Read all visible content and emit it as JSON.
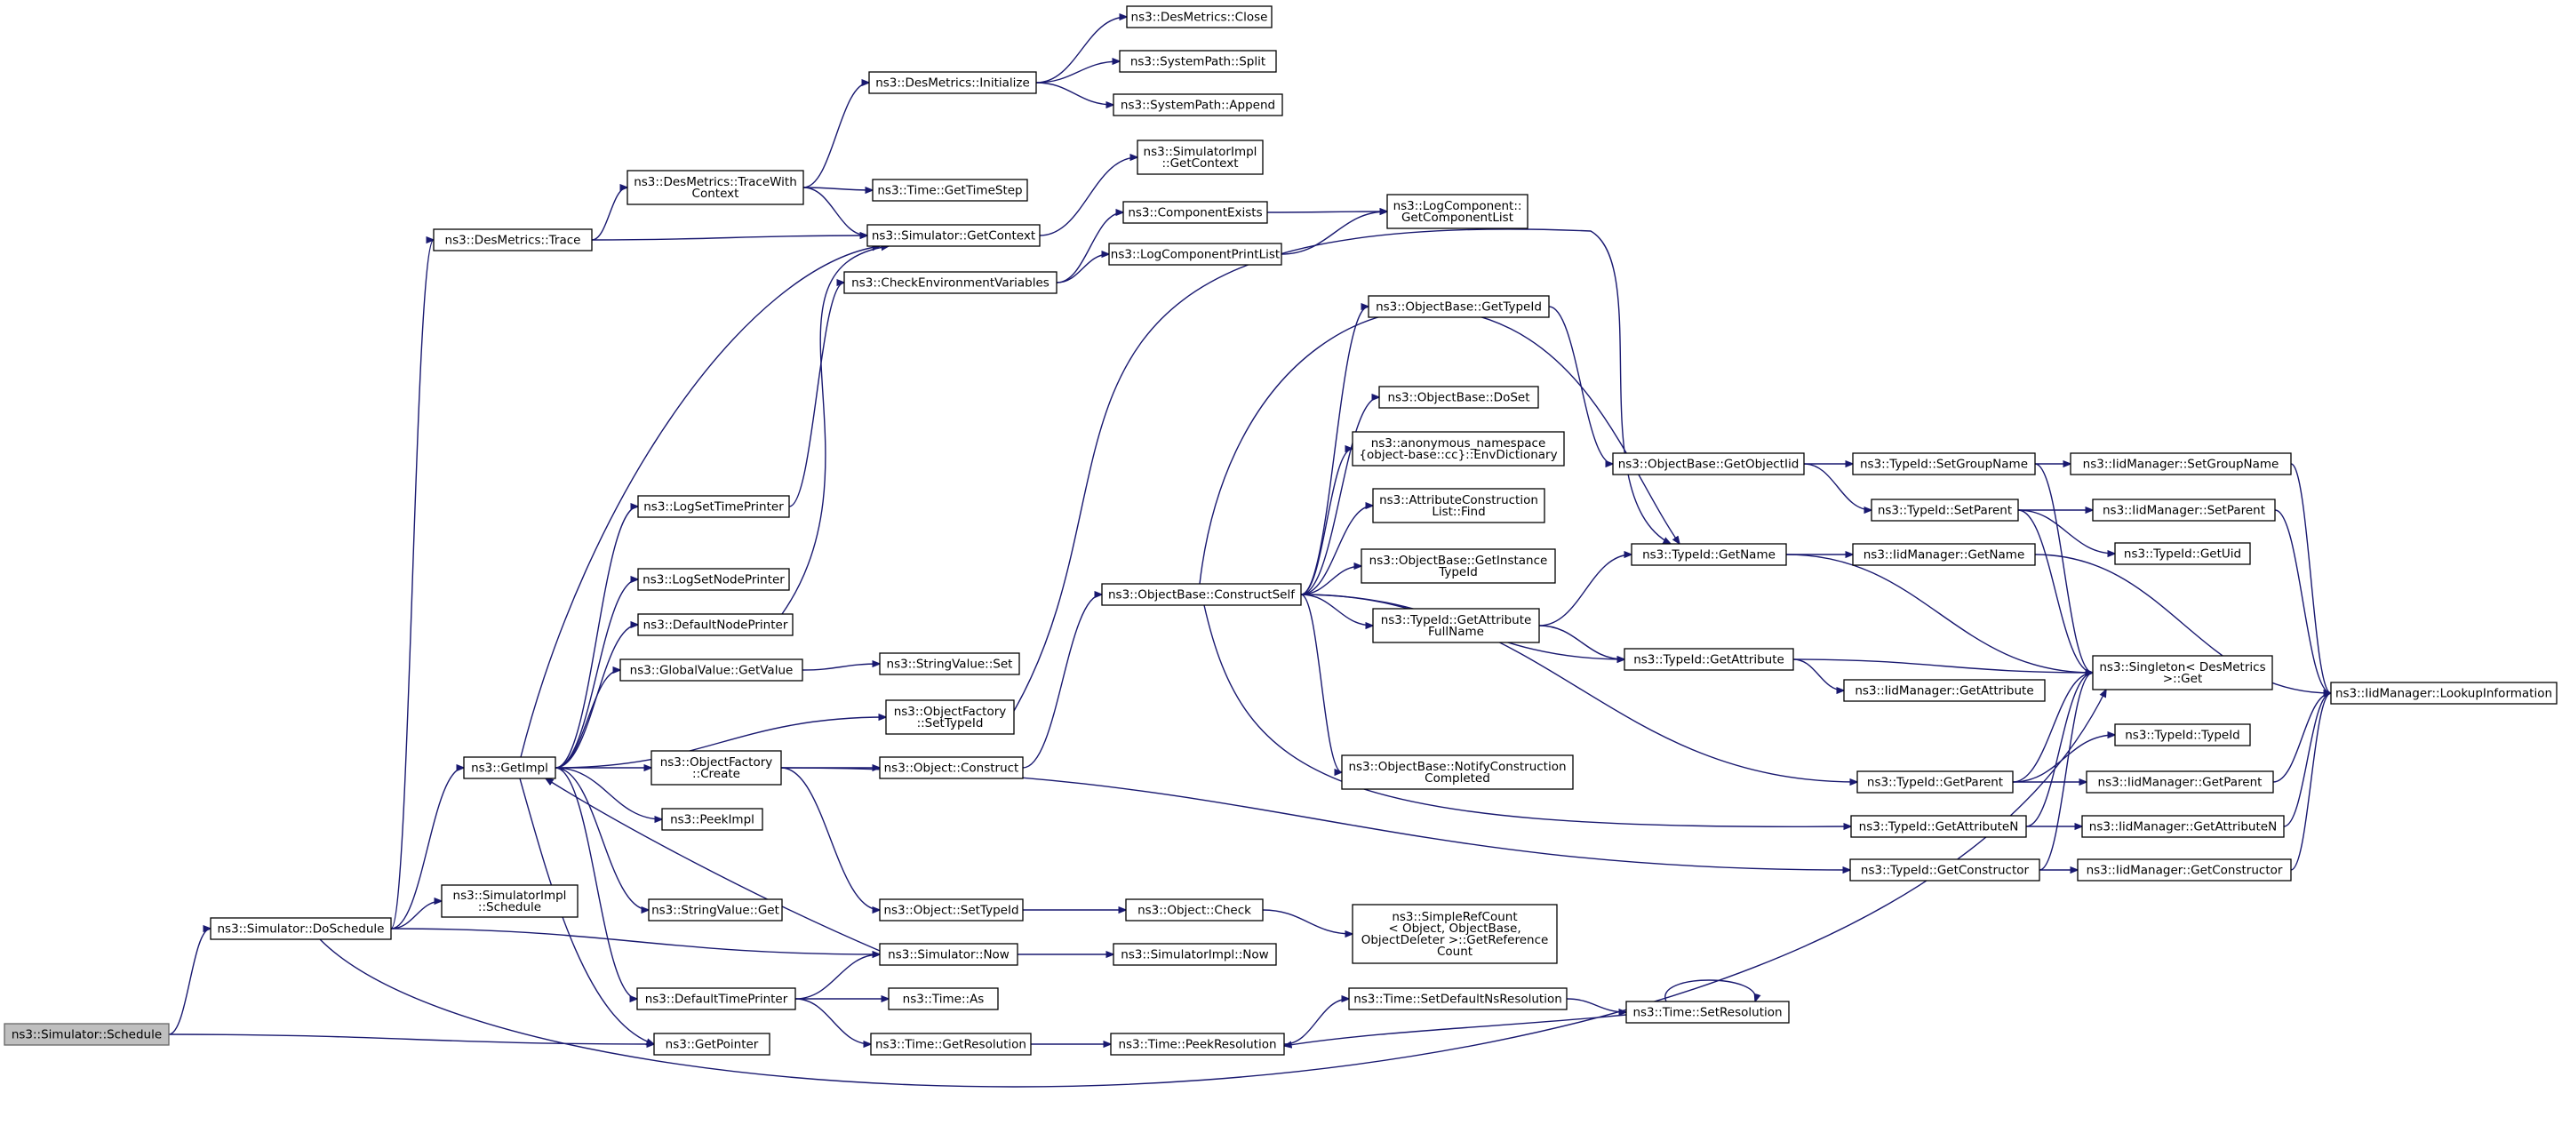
{
  "graph": {
    "direction": "left-to-right",
    "root": "n_schedule",
    "colors": {
      "edge": "#191970",
      "node_border": "#000000",
      "root_fill": "#bfbfbf",
      "node_fill": "#ffffff"
    },
    "nodes": [
      {
        "id": "n_schedule",
        "lines": [
          "ns3::Simulator::Schedule"
        ]
      },
      {
        "id": "n_doschedule",
        "lines": [
          "ns3::Simulator::DoSchedule"
        ]
      },
      {
        "id": "n_getpointer",
        "lines": [
          "ns3::GetPointer"
        ]
      },
      {
        "id": "n_destrace",
        "lines": [
          "ns3::DesMetrics::Trace"
        ]
      },
      {
        "id": "n_getimpl",
        "lines": [
          "ns3::GetImpl"
        ]
      },
      {
        "id": "n_simimplschedule",
        "lines": [
          "ns3::SimulatorImpl",
          "::Schedule"
        ]
      },
      {
        "id": "n_simnow",
        "lines": [
          "ns3::Simulator::Now"
        ]
      },
      {
        "id": "n_tracewithctx",
        "lines": [
          "ns3::DesMetrics::TraceWith",
          "Context"
        ]
      },
      {
        "id": "n_simgetctx",
        "lines": [
          "ns3::Simulator::GetContext"
        ]
      },
      {
        "id": "n_logsettime",
        "lines": [
          "ns3::LogSetTimePrinter"
        ]
      },
      {
        "id": "n_logsetnode",
        "lines": [
          "ns3::LogSetNodePrinter"
        ]
      },
      {
        "id": "n_defnodeprinter",
        "lines": [
          "ns3::DefaultNodePrinter"
        ]
      },
      {
        "id": "n_gvgetvalue",
        "lines": [
          "ns3::GlobalValue::GetValue"
        ]
      },
      {
        "id": "n_ofcreate",
        "lines": [
          "ns3::ObjectFactory",
          "::Create"
        ]
      },
      {
        "id": "n_peekimpl",
        "lines": [
          "ns3::PeekImpl"
        ]
      },
      {
        "id": "n_svget",
        "lines": [
          "ns3::StringValue::Get"
        ]
      },
      {
        "id": "n_deftimeprinter",
        "lines": [
          "ns3::DefaultTimePrinter"
        ]
      },
      {
        "id": "n_dminit",
        "lines": [
          "ns3::DesMetrics::Initialize"
        ]
      },
      {
        "id": "n_gettimestep",
        "lines": [
          "ns3::Time::GetTimeStep"
        ]
      },
      {
        "id": "n_siggetctx",
        "lines": [
          "ns3::SimulatorImpl",
          "::GetContext"
        ]
      },
      {
        "id": "n_checkenv",
        "lines": [
          "ns3::CheckEnvironmentVariables"
        ]
      },
      {
        "id": "n_svset",
        "lines": [
          "ns3::StringValue::Set"
        ]
      },
      {
        "id": "n_ofsettypeid",
        "lines": [
          "ns3::ObjectFactory",
          "::SetTypeId"
        ]
      },
      {
        "id": "n_objconstruct",
        "lines": [
          "ns3::Object::Construct"
        ]
      },
      {
        "id": "n_objsettypeid",
        "lines": [
          "ns3::Object::SetTypeId"
        ]
      },
      {
        "id": "n_timeas",
        "lines": [
          "ns3::Time::As"
        ]
      },
      {
        "id": "n_timegetres",
        "lines": [
          "ns3::Time::GetResolution"
        ]
      },
      {
        "id": "n_dmclose",
        "lines": [
          "ns3::DesMetrics::Close"
        ]
      },
      {
        "id": "n_spsplit",
        "lines": [
          "ns3::SystemPath::Split"
        ]
      },
      {
        "id": "n_spappend",
        "lines": [
          "ns3::SystemPath::Append"
        ]
      },
      {
        "id": "n_compexists",
        "lines": [
          "ns3::ComponentExists"
        ]
      },
      {
        "id": "n_logcompprint",
        "lines": [
          "ns3::LogComponentPrintList"
        ]
      },
      {
        "id": "n_obconstructself",
        "lines": [
          "ns3::ObjectBase::ConstructSelf"
        ]
      },
      {
        "id": "n_objcheck",
        "lines": [
          "ns3::Object::Check"
        ]
      },
      {
        "id": "n_simimplnow",
        "lines": [
          "ns3::SimulatorImpl::Now"
        ]
      },
      {
        "id": "n_timepeekres",
        "lines": [
          "ns3::Time::PeekResolution"
        ]
      },
      {
        "id": "n_lcgetlist",
        "lines": [
          "ns3::LogComponent::",
          "GetComponentList"
        ]
      },
      {
        "id": "n_obgettypeid",
        "lines": [
          "ns3::ObjectBase::GetTypeId"
        ]
      },
      {
        "id": "n_obdoset",
        "lines": [
          "ns3::ObjectBase::DoSet"
        ]
      },
      {
        "id": "n_envdict",
        "lines": [
          "ns3::anonymous_namespace",
          "{object-base::cc}::EnvDictionary"
        ]
      },
      {
        "id": "n_acfind",
        "lines": [
          "ns3::AttributeConstruction",
          "List::Find"
        ]
      },
      {
        "id": "n_obgetinsttypeid",
        "lines": [
          "ns3::ObjectBase::GetInstance",
          "TypeId"
        ]
      },
      {
        "id": "n_tigetattrfullname",
        "lines": [
          "ns3::TypeId::GetAttribute",
          "FullName"
        ]
      },
      {
        "id": "n_obnotify",
        "lines": [
          "ns3::ObjectBase::NotifyConstruction",
          "Completed"
        ]
      },
      {
        "id": "n_simplerefcount",
        "lines": [
          "ns3::SimpleRefCount",
          "< Object, ObjectBase,",
          " ObjectDeleter >::GetReference",
          "Count"
        ]
      },
      {
        "id": "n_timesetdefres",
        "lines": [
          "ns3::Time::SetDefaultNsResolution"
        ]
      },
      {
        "id": "n_obgetobjectiid",
        "lines": [
          "ns3::ObjectBase::GetObjectIid"
        ]
      },
      {
        "id": "n_tigetname",
        "lines": [
          "ns3::TypeId::GetName"
        ]
      },
      {
        "id": "n_tigetattr",
        "lines": [
          "ns3::TypeId::GetAttribute"
        ]
      },
      {
        "id": "n_timesetres",
        "lines": [
          "ns3::Time::SetResolution"
        ]
      },
      {
        "id": "n_tisetgroupname",
        "lines": [
          "ns3::TypeId::SetGroupName"
        ]
      },
      {
        "id": "n_tisetparent",
        "lines": [
          "ns3::TypeId::SetParent"
        ]
      },
      {
        "id": "n_iidgetname",
        "lines": [
          "ns3::IidManager::GetName"
        ]
      },
      {
        "id": "n_iidgetattr",
        "lines": [
          "ns3::IidManager::GetAttribute"
        ]
      },
      {
        "id": "n_tigetparent",
        "lines": [
          "ns3::TypeId::GetParent"
        ]
      },
      {
        "id": "n_tigetattrn",
        "lines": [
          "ns3::TypeId::GetAttributeN"
        ]
      },
      {
        "id": "n_tigetconstructor",
        "lines": [
          "ns3::TypeId::GetConstructor"
        ]
      },
      {
        "id": "n_singletonget",
        "lines": [
          "ns3::Singleton< DesMetrics",
          " >::Get"
        ]
      },
      {
        "id": "n_iidsetgroupname",
        "lines": [
          "ns3::IidManager::SetGroupName"
        ]
      },
      {
        "id": "n_iidsetparent",
        "lines": [
          "ns3::IidManager::SetParent"
        ]
      },
      {
        "id": "n_tigetuid",
        "lines": [
          "ns3::TypeId::GetUid"
        ]
      },
      {
        "id": "n_titypeid",
        "lines": [
          "ns3::TypeId::TypeId"
        ]
      },
      {
        "id": "n_iidgetparent",
        "lines": [
          "ns3::IidManager::GetParent"
        ]
      },
      {
        "id": "n_iidgetattrn",
        "lines": [
          "ns3::IidManager::GetAttributeN"
        ]
      },
      {
        "id": "n_iidgetconstructor",
        "lines": [
          "ns3::IidManager::GetConstructor"
        ]
      },
      {
        "id": "n_iidlookup",
        "lines": [
          "ns3::IidManager::LookupInformation"
        ]
      }
    ],
    "edges": [
      {
        "from": "n_schedule",
        "to": "n_doschedule"
      },
      {
        "from": "n_schedule",
        "to": "n_getpointer"
      },
      {
        "from": "n_doschedule",
        "to": "n_destrace"
      },
      {
        "from": "n_doschedule",
        "to": "n_getimpl"
      },
      {
        "from": "n_doschedule",
        "to": "n_simimplschedule"
      },
      {
        "from": "n_doschedule",
        "to": "n_simnow"
      },
      {
        "from": "n_doschedule",
        "to": "n_singletonget"
      },
      {
        "from": "n_destrace",
        "to": "n_tracewithctx"
      },
      {
        "from": "n_destrace",
        "to": "n_simgetctx"
      },
      {
        "from": "n_tracewithctx",
        "to": "n_dminit"
      },
      {
        "from": "n_tracewithctx",
        "to": "n_gettimestep"
      },
      {
        "from": "n_tracewithctx",
        "to": "n_simgetctx"
      },
      {
        "from": "n_dminit",
        "to": "n_dmclose"
      },
      {
        "from": "n_dminit",
        "to": "n_spsplit"
      },
      {
        "from": "n_dminit",
        "to": "n_spappend"
      },
      {
        "from": "n_simgetctx",
        "to": "n_siggetctx"
      },
      {
        "from": "n_getimpl",
        "to": "n_simgetctx"
      },
      {
        "from": "n_getimpl",
        "to": "n_logsettime"
      },
      {
        "from": "n_getimpl",
        "to": "n_logsetnode"
      },
      {
        "from": "n_getimpl",
        "to": "n_defnodeprinter"
      },
      {
        "from": "n_getimpl",
        "to": "n_gvgetvalue"
      },
      {
        "from": "n_getimpl",
        "to": "n_ofsettypeid"
      },
      {
        "from": "n_getimpl",
        "to": "n_ofcreate"
      },
      {
        "from": "n_getimpl",
        "to": "n_peekimpl"
      },
      {
        "from": "n_getimpl",
        "to": "n_svget"
      },
      {
        "from": "n_getimpl",
        "to": "n_deftimeprinter"
      },
      {
        "from": "n_getimpl",
        "to": "n_getpointer"
      },
      {
        "from": "n_simnow",
        "to": "n_getimpl"
      },
      {
        "from": "n_simnow",
        "to": "n_simimplnow"
      },
      {
        "from": "n_logsettime",
        "to": "n_checkenv"
      },
      {
        "from": "n_defnodeprinter",
        "to": "n_simgetctx"
      },
      {
        "from": "n_checkenv",
        "to": "n_compexists"
      },
      {
        "from": "n_checkenv",
        "to": "n_logcompprint"
      },
      {
        "from": "n_compexists",
        "to": "n_lcgetlist"
      },
      {
        "from": "n_logcompprint",
        "to": "n_lcgetlist"
      },
      {
        "from": "n_gvgetvalue",
        "to": "n_svset"
      },
      {
        "from": "n_ofsettypeid",
        "to": "n_tigetname"
      },
      {
        "from": "n_ofcreate",
        "to": "n_objconstruct"
      },
      {
        "from": "n_ofcreate",
        "to": "n_objsettypeid"
      },
      {
        "from": "n_ofcreate",
        "to": "n_tigetconstructor"
      },
      {
        "from": "n_objconstruct",
        "to": "n_obconstructself"
      },
      {
        "from": "n_objsettypeid",
        "to": "n_objcheck"
      },
      {
        "from": "n_objcheck",
        "to": "n_simplerefcount"
      },
      {
        "from": "n_deftimeprinter",
        "to": "n_simnow"
      },
      {
        "from": "n_deftimeprinter",
        "to": "n_timeas"
      },
      {
        "from": "n_deftimeprinter",
        "to": "n_timegetres"
      },
      {
        "from": "n_timegetres",
        "to": "n_timepeekres"
      },
      {
        "from": "n_timepeekres",
        "to": "n_timesetdefres"
      },
      {
        "from": "n_timesetdefres",
        "to": "n_timesetres"
      },
      {
        "from": "n_timesetres",
        "to": "n_timepeekres"
      },
      {
        "from": "n_timesetres",
        "to": "n_timesetres"
      },
      {
        "from": "n_obconstructself",
        "to": "n_obgettypeid"
      },
      {
        "from": "n_obconstructself",
        "to": "n_obdoset"
      },
      {
        "from": "n_obconstructself",
        "to": "n_envdict"
      },
      {
        "from": "n_obconstructself",
        "to": "n_acfind"
      },
      {
        "from": "n_obconstructself",
        "to": "n_obgetinsttypeid"
      },
      {
        "from": "n_obconstructself",
        "to": "n_tigetattrfullname"
      },
      {
        "from": "n_obconstructself",
        "to": "n_obnotify"
      },
      {
        "from": "n_obconstructself",
        "to": "n_tigetname"
      },
      {
        "from": "n_obconstructself",
        "to": "n_tigetattr"
      },
      {
        "from": "n_obconstructself",
        "to": "n_tigetparent"
      },
      {
        "from": "n_obconstructself",
        "to": "n_tigetattrn"
      },
      {
        "from": "n_obgettypeid",
        "to": "n_obgetobjectiid"
      },
      {
        "from": "n_obgetobjectiid",
        "to": "n_tisetgroupname"
      },
      {
        "from": "n_obgetobjectiid",
        "to": "n_tisetparent"
      },
      {
        "from": "n_tigetattrfullname",
        "to": "n_tigetname"
      },
      {
        "from": "n_tigetattrfullname",
        "to": "n_tigetattr"
      },
      {
        "from": "n_tigetname",
        "to": "n_iidgetname"
      },
      {
        "from": "n_tigetname",
        "to": "n_singletonget"
      },
      {
        "from": "n_tigetattr",
        "to": "n_iidgetattr"
      },
      {
        "from": "n_tigetattr",
        "to": "n_singletonget"
      },
      {
        "from": "n_tisetgroupname",
        "to": "n_iidsetgroupname"
      },
      {
        "from": "n_tisetgroupname",
        "to": "n_singletonget"
      },
      {
        "from": "n_tisetparent",
        "to": "n_iidsetparent"
      },
      {
        "from": "n_tisetparent",
        "to": "n_tigetuid"
      },
      {
        "from": "n_tisetparent",
        "to": "n_singletonget"
      },
      {
        "from": "n_tigetparent",
        "to": "n_titypeid"
      },
      {
        "from": "n_tigetparent",
        "to": "n_iidgetparent"
      },
      {
        "from": "n_tigetparent",
        "to": "n_singletonget"
      },
      {
        "from": "n_tigetattrn",
        "to": "n_iidgetattrn"
      },
      {
        "from": "n_tigetattrn",
        "to": "n_singletonget"
      },
      {
        "from": "n_tigetconstructor",
        "to": "n_iidgetconstructor"
      },
      {
        "from": "n_tigetconstructor",
        "to": "n_singletonget"
      },
      {
        "from": "n_iidgetname",
        "to": "n_iidlookup"
      },
      {
        "from": "n_iidsetgroupname",
        "to": "n_iidlookup"
      },
      {
        "from": "n_iidsetparent",
        "to": "n_iidlookup"
      },
      {
        "from": "n_iidgetparent",
        "to": "n_iidlookup"
      },
      {
        "from": "n_iidgetattrn",
        "to": "n_iidlookup"
      },
      {
        "from": "n_iidgetconstructor",
        "to": "n_iidlookup"
      }
    ]
  }
}
